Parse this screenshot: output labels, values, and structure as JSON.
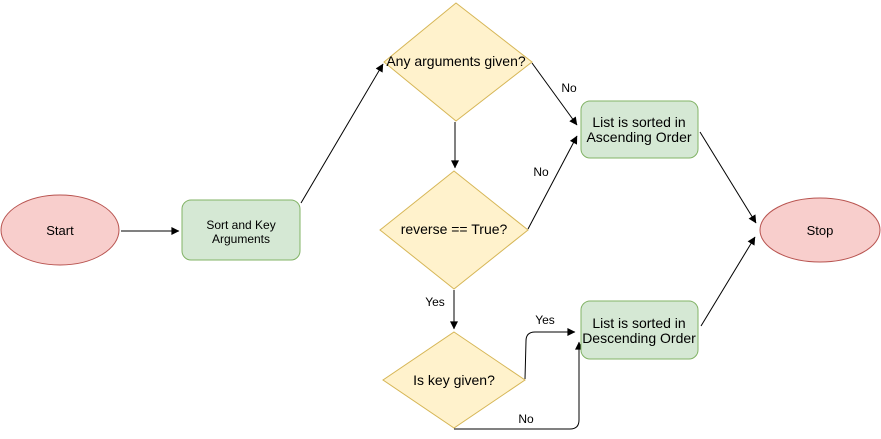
{
  "diagram": {
    "type": "flowchart",
    "nodes": {
      "start": {
        "shape": "terminator-ellipse",
        "label": "Start"
      },
      "sort_key_args": {
        "shape": "rounded-rect",
        "line1": "Sort and Key",
        "line2": "Arguments"
      },
      "any_args": {
        "shape": "decision-diamond",
        "label": "Any arguments given?"
      },
      "reverse_true": {
        "shape": "decision-diamond",
        "label": "reverse == True?"
      },
      "is_key_given": {
        "shape": "decision-diamond",
        "label": "Is key given?"
      },
      "ascending": {
        "shape": "rounded-rect",
        "line1": "List is sorted in",
        "line2": "Ascending Order"
      },
      "descending": {
        "shape": "rounded-rect",
        "line1": "List is sorted in",
        "line2": "Descending Order"
      },
      "stop": {
        "shape": "terminator-ellipse",
        "label": "Stop"
      }
    },
    "edge_labels": {
      "any_args_no": "No",
      "reverse_no": "No",
      "reverse_yes": "Yes",
      "key_yes": "Yes",
      "key_no": "No"
    },
    "colors": {
      "terminator_fill": "#f8cecc",
      "terminator_stroke": "#b85450",
      "process_fill": "#d5e8d4",
      "process_stroke": "#82b366",
      "decision_fill": "#fff2cc",
      "decision_stroke": "#d6b656",
      "edge_stroke": "#000000",
      "text": "#000000",
      "background": "#ffffff"
    }
  }
}
